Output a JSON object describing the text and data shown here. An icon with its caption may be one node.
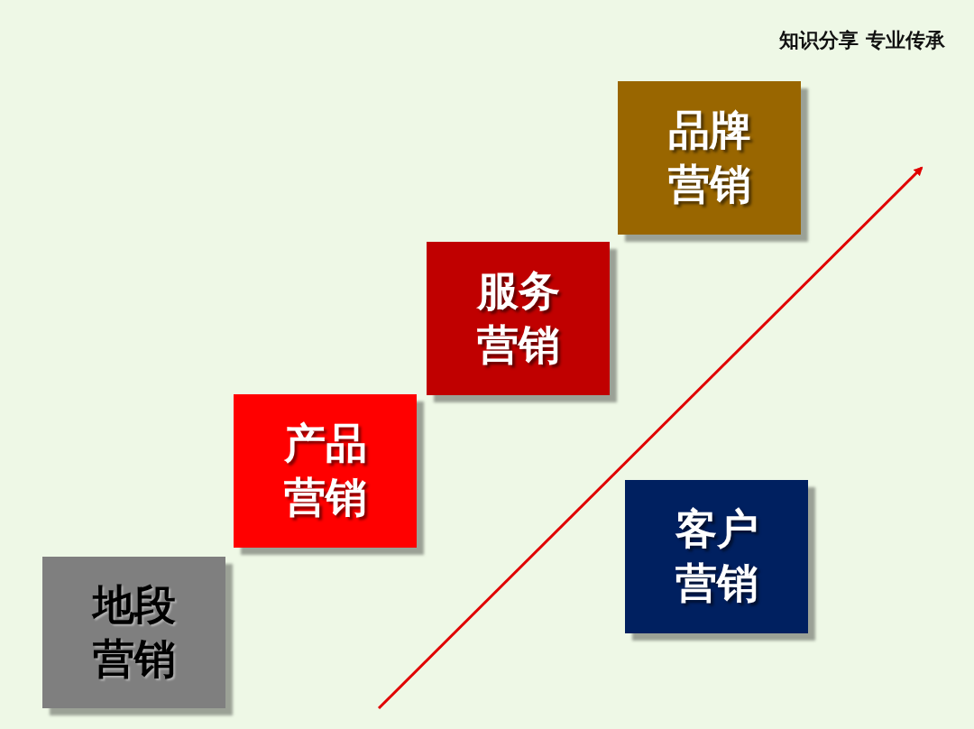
{
  "diagram": {
    "nodes": [
      {
        "text": [
          "地段营销"
        ]
      },
      {
        "text": [
          "产品营销"
        ]
      },
      {
        "text": [
          "服务营销"
        ]
      },
      {
        "text": [
          "品牌营销"
        ]
      },
      {
        "text": [
          "客户营销"
        ]
      }
    ],
    "labels": [
      "知识分享 专业传承"
    ]
  }
}
